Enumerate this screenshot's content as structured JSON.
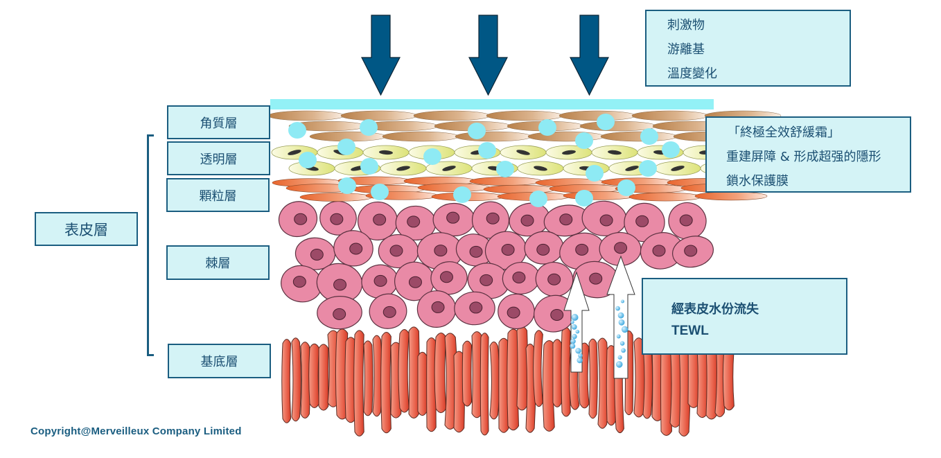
{
  "title": "Epidermis barrier diagram",
  "epidermis_label": "表皮層",
  "layers": [
    {
      "id": "stratum-corneum",
      "label": "角質層"
    },
    {
      "id": "stratum-lucidum",
      "label": "透明層"
    },
    {
      "id": "stratum-granulosum",
      "label": "顆粒層"
    },
    {
      "id": "stratum-spinosum",
      "label": "棘層"
    },
    {
      "id": "stratum-basale",
      "label": "基底層"
    }
  ],
  "aggressors_box": {
    "lines": [
      "刺激物",
      "游離基",
      "溫度變化"
    ]
  },
  "product_box": {
    "lines": [
      "「終極全效舒緩霜」",
      "重建屏障 & 形成超强的隱形",
      "鎖水保護膜"
    ]
  },
  "tewl_box": {
    "lines": [
      "經表皮水份流失",
      "TEWL"
    ]
  },
  "copyright": "Copyright@Merveilleux Company Limited",
  "colors": {
    "accent": "#1a5d80",
    "arrow": "#005785",
    "box_fill": "#d4f3f6",
    "film": "#93f1f6",
    "droplet": "#8eeaf4",
    "corneum": "#c99a6c",
    "lucidum": "#e6ec9c",
    "granulosum": "#ee8a5a",
    "spinosum": "#e98aa6",
    "spinosum_nucleus": "#9c4a67",
    "basale": "#e5533f"
  }
}
